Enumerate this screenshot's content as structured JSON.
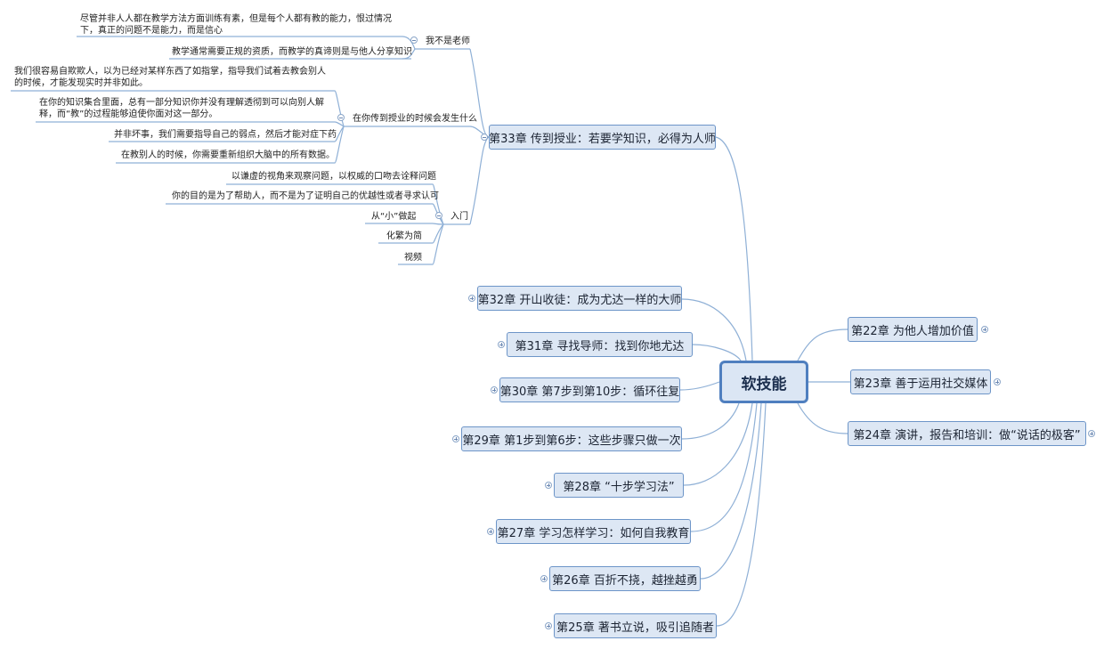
{
  "root": {
    "label": "软技能"
  },
  "chapters": {
    "c22": "第22章 为他人增加价值",
    "c23": "第23章 善于运用社交媒体",
    "c24": "第24章 演讲，报告和培训：做“说话的极客”",
    "c25": "第25章 著书立说，吸引追随者",
    "c26": "第26章 百折不挠，越挫越勇",
    "c27": "第27章 学习怎样学习：如何自我教育",
    "c28": "第28章 “十步学习法”",
    "c29": "第29章 第1步到第6步：这些步骤只做一次",
    "c30": "第30章 第7步到第10步：循环往复",
    "c31": "第31章 寻找导师：找到你地尤达",
    "c32": "第32章 开山收徒：成为尤达一样的大师",
    "c33": "第33章 传到授业：若要学知识，必得为人师"
  },
  "c33_children": {
    "not_teacher": {
      "label": "我不是老师",
      "items": [
        "尽管并非人人都在教学方法方面训练有素，但是每个人都有教的能力，恨过情况下，真正的问题不是能力，而是信心",
        "教学通常需要正规的资质，而教学的真谛则是与他人分享知识"
      ]
    },
    "when_teach": {
      "label": "在你传到授业的时候会发生什么",
      "items": [
        "我们很容易自欺欺人，以为已经对某样东西了如指掌，指导我们试着去教会别人的时候，才能发现实时并非如此。",
        "在你的知识集合里面，总有一部分知识你并没有理解透彻到可以向别人解释，而“教”的过程能够迫使你面对这一部分。",
        "并非坏事，我们需要指导自己的弱点，然后才能对症下药",
        "在教别人的时候，你需要重新组织大脑中的所有数据。"
      ]
    },
    "intro": {
      "label": "入门",
      "items": [
        "以谦虚的视角来观察问题，以权威的口吻去诠释问题",
        "你的目的是为了帮助人，而不是为了证明自己的优越性或者寻求认可",
        "从“小”做起",
        "化繁为简",
        "视频"
      ]
    }
  },
  "colors": {
    "line": "#8fb0d6",
    "node_border": "#6d95c8",
    "node_fill": "#dde7f4",
    "root_border": "#4f7fbf"
  }
}
